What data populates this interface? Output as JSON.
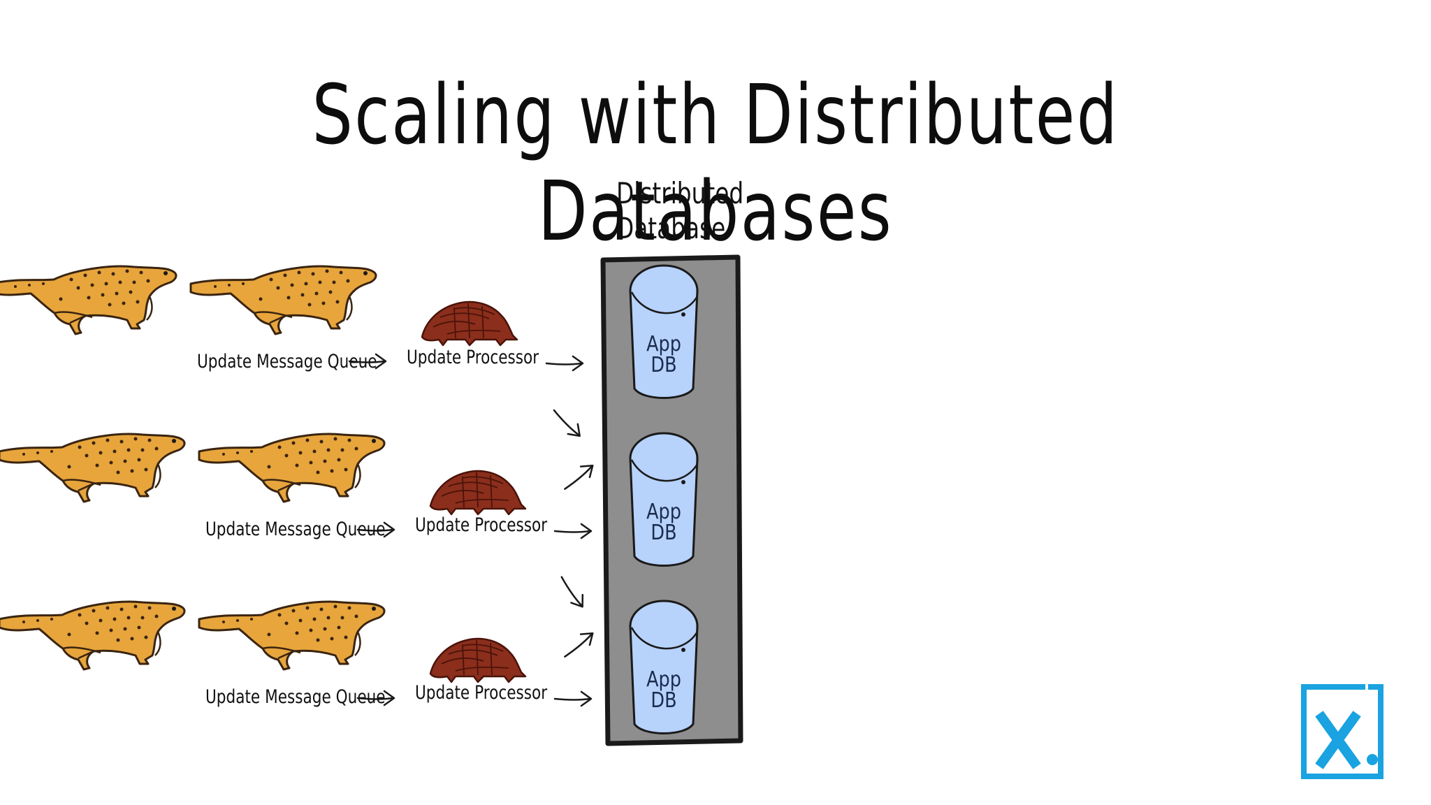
{
  "title": "Scaling with Distributed Databases",
  "database": {
    "caption_line1": "Distributed",
    "caption_line2": "Database",
    "nodes": [
      {
        "line1": "App",
        "line2": "DB"
      },
      {
        "line1": "App",
        "line2": "DB"
      },
      {
        "line1": "App",
        "line2": "DB"
      }
    ]
  },
  "rows": [
    {
      "queue_label": "Update Message Queue",
      "processor_label": "Update Processor"
    },
    {
      "queue_label": "Update Message Queue",
      "processor_label": "Update Processor"
    },
    {
      "queue_label": "Update Message Queue",
      "processor_label": "Update Processor"
    }
  ],
  "icons": {
    "queue": "cheetah-icon",
    "processor": "pangolin-icon",
    "logo": "x-logo-icon"
  },
  "colors": {
    "cheetah_body": "#e7a53c",
    "cheetah_outline": "#3a2410",
    "pangolin": "#8b2e1c",
    "database_container": "#8e8e8e",
    "cylinder_fill": "#b7d2fb",
    "logo_blue": "#1aa3e0"
  }
}
